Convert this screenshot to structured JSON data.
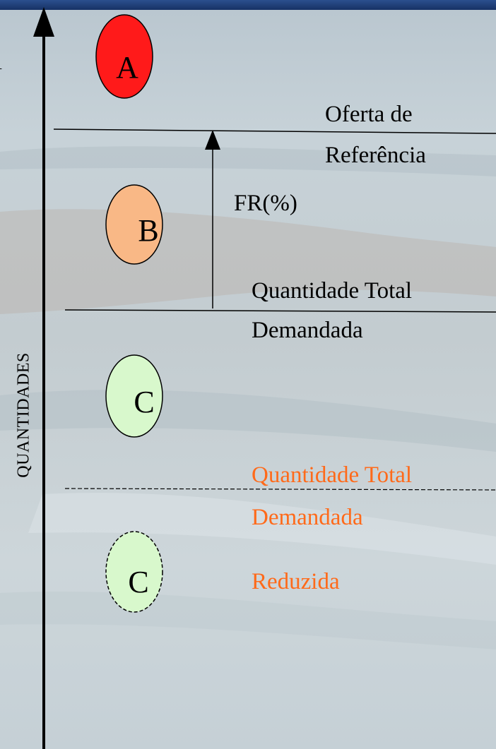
{
  "axis": {
    "label": "QUANTIDADES"
  },
  "edge_fragment": "l",
  "circles": [
    {
      "letter": "A",
      "fill": "#ff1a1a",
      "style": "solid"
    },
    {
      "letter": "B",
      "fill": "#f9b886",
      "style": "solid"
    },
    {
      "letter": "C",
      "fill": "#d8f8cc",
      "style": "solid"
    },
    {
      "letter": "C",
      "fill": "#d8f8cc",
      "style": "dashed"
    }
  ],
  "lines": {
    "reference_offer": {
      "label_line1": "Oferta de",
      "label_line2": "Referência"
    },
    "total_demand": {
      "label_line1": "Quantidade Total",
      "label_line2": "Demandada"
    },
    "reduced_demand": {
      "label_line1": "Quantidade Total",
      "label_line2": "Demandada",
      "label_line3": "Reduzida",
      "color": "#ff6a1a",
      "style": "dashed"
    }
  },
  "gap_arrow": {
    "label": "FR(%)"
  },
  "colors": {
    "top_bar": "#1f3f7a",
    "background": "#c9d3d8",
    "orange_text": "#ff6a1a"
  }
}
